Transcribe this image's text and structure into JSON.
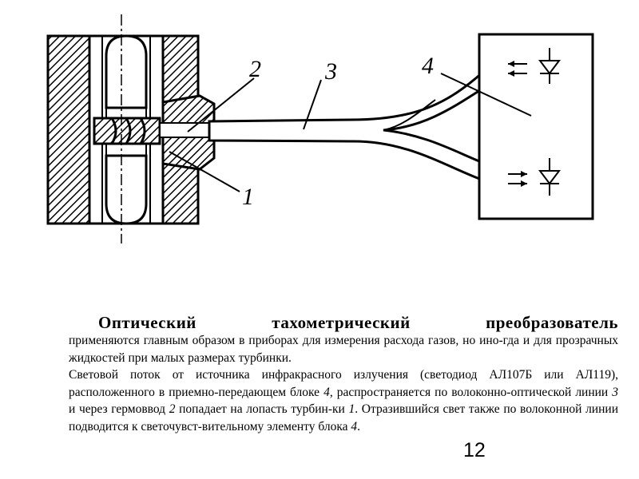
{
  "labels": {
    "label_1": "1",
    "label_2": "2",
    "label_3": "3",
    "label_4": "4"
  },
  "text": {
    "heading": "Оптический тахометрический преобразователь",
    "line1_rest": "применяются главным образом в приборах для измерения расхода газов, но ино-гда и для прозрачных жидкостей при малых размерах турбинки.",
    "p2_a": "Световой поток от источника инфракрасного излучения (светодиод АЛ107Б или АЛ119), расположенного в приемно-передающем блоке ",
    "p2_ref4": "4",
    "p2_b": ", распространяется по волоконно-оптической линии ",
    "p2_ref3": "3",
    "p2_c": " и через гермоввод ",
    "p2_ref2": "2",
    "p2_d": " попадает на лопасть турбин-ки ",
    "p2_ref1": "1",
    "p2_e": ". Отразившийся свет также по волоконной линии подводится к светочувст-вительному элементу блока ",
    "p2_ref4b": "4",
    "p2_f": "."
  },
  "page_number": "12",
  "colors": {
    "ink": "#000000",
    "background": "#ffffff"
  }
}
